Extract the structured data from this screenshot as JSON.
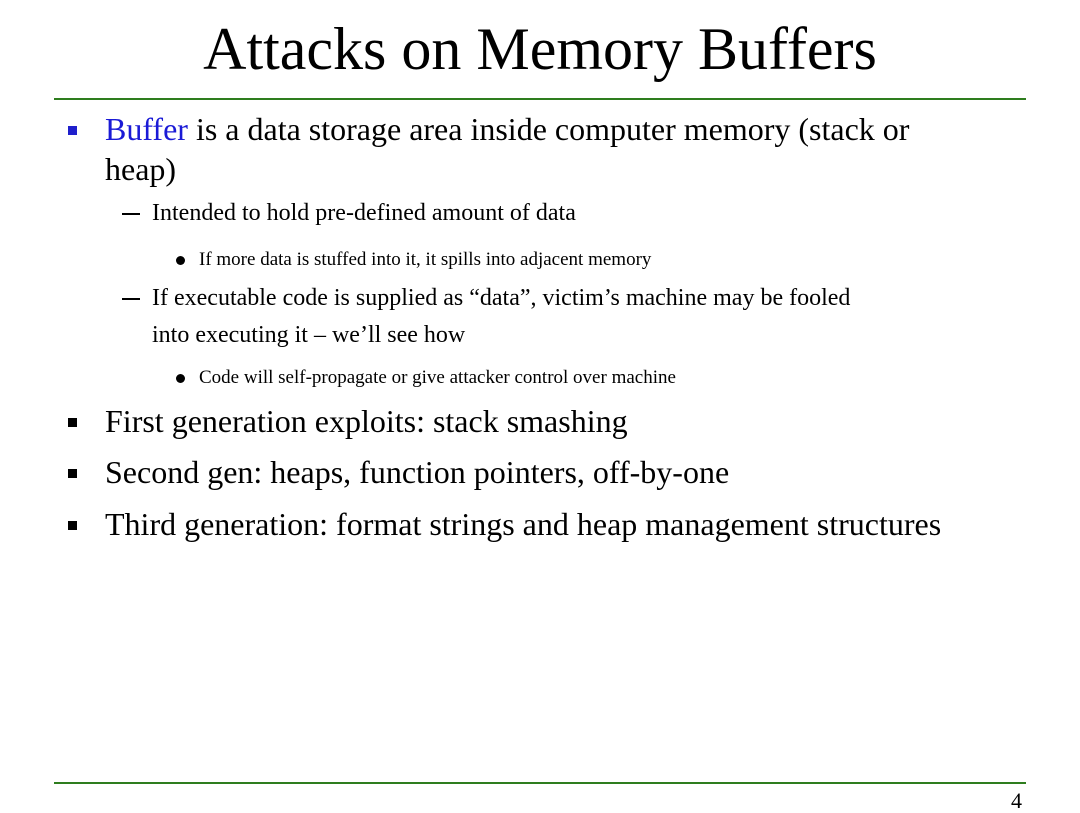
{
  "slide": {
    "title": "Attacks on Memory Buffers",
    "page_number": "4",
    "colors": {
      "rule": "#2e7d1e",
      "highlight": "#1a1ad6",
      "first_bullet_marker": "#1f1fcc",
      "text": "#000000"
    },
    "bullets": {
      "b1": {
        "highlight": "Buffer",
        "rest_line1": " is a data storage area inside computer memory (stack or",
        "line2": "heap)",
        "marker_icon": "square-bullet-icon"
      },
      "b1_1": {
        "text": "Intended to hold pre-defined amount of data",
        "marker_icon": "dash-bullet-icon"
      },
      "b1_1_1": {
        "text": "If more data is stuffed into it, it spills into adjacent memory",
        "marker_icon": "dot-bullet-icon"
      },
      "b1_2": {
        "line1": "If executable code is supplied as “data”, victim’s machine may be fooled",
        "line2": "into executing it – we’ll see how",
        "marker_icon": "dash-bullet-icon"
      },
      "b1_2_1": {
        "text": "Code will self-propagate or give attacker control over machine",
        "marker_icon": "dot-bullet-icon"
      },
      "b2": {
        "text": "First generation exploits: stack smashing",
        "marker_icon": "square-bullet-icon"
      },
      "b3": {
        "text": "Second gen: heaps, function pointers, off-by-one",
        "marker_icon": "square-bullet-icon"
      },
      "b4": {
        "text": "Third generation: format strings and heap management structures",
        "marker_icon": "square-bullet-icon"
      }
    }
  }
}
